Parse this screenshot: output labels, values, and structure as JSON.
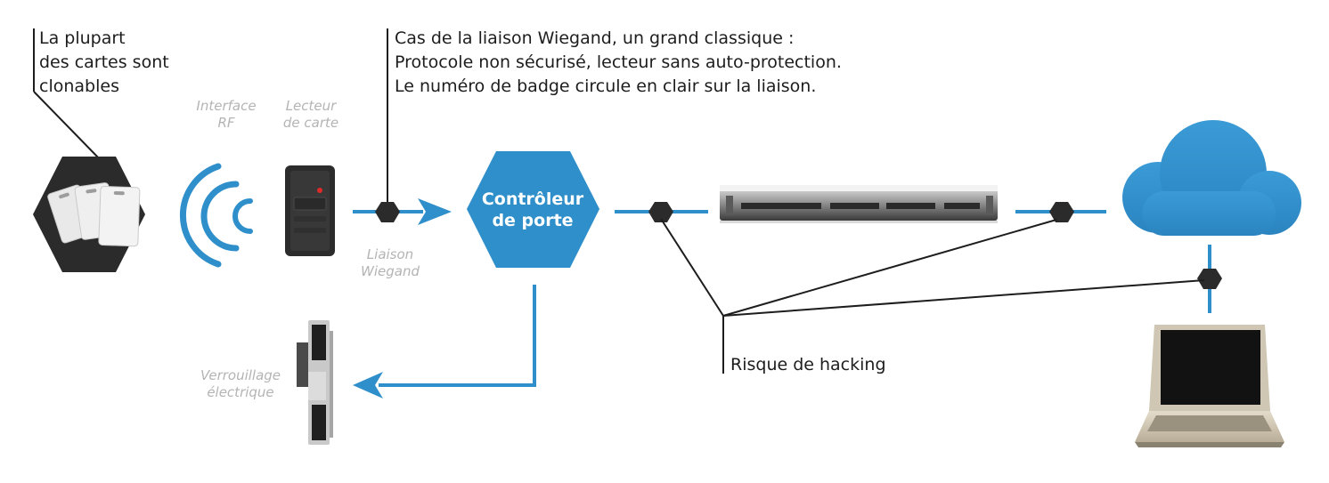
{
  "notes": {
    "cards_clonable": [
      "La plupart",
      "des cartes sont",
      "clonables"
    ],
    "wiegand": [
      "Cas de la liaison Wiegand, un grand classique :",
      "Protocole non sécurisé, lecteur sans auto-protection.",
      "Le numéro de badge circule en clair sur la liaison."
    ],
    "hacking": "Risque de hacking"
  },
  "labels": {
    "rf_interface": [
      "Interface",
      "RF"
    ],
    "card_reader": [
      "Lecteur",
      "de carte"
    ],
    "wiegand_link": [
      "Liaison",
      "Wiegand"
    ],
    "electric_lock": [
      "Verrouillage",
      "électrique"
    ]
  },
  "controller": [
    "Contrôleur",
    "de porte"
  ],
  "colors": {
    "accent_blue": "#2f8fcb",
    "hex_dark": "#2b2b2b",
    "grey_text": "#b4b4b4",
    "line_dark": "#1d1d1d"
  }
}
